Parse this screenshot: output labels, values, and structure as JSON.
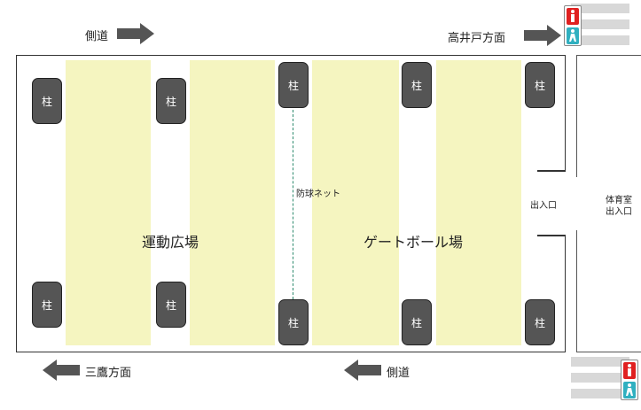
{
  "labels": {
    "sidewalk_top": "側道",
    "sidewalk_bottom": "側道",
    "takaido": "高井戸方面",
    "mitaka": "三鷹方面",
    "exit": "出入口",
    "gym_exit_line1": "体育室",
    "gym_exit_line2": "出入口",
    "net": "防球ネット",
    "sports_ground": "運動広場",
    "gateball": "ゲートボール場"
  },
  "pillar_label": "柱",
  "icons": {
    "arrow_right": "arrow-right-icon",
    "arrow_left": "arrow-left-icon",
    "pedestrian_signal": "pedestrian-signal-icon"
  },
  "colors": {
    "field": "#f5f5c0",
    "pillar": "#555555",
    "net": "#2e8b6e",
    "arrow": "#555555",
    "signal_red": "#e02020",
    "signal_green": "#30b0c0"
  }
}
